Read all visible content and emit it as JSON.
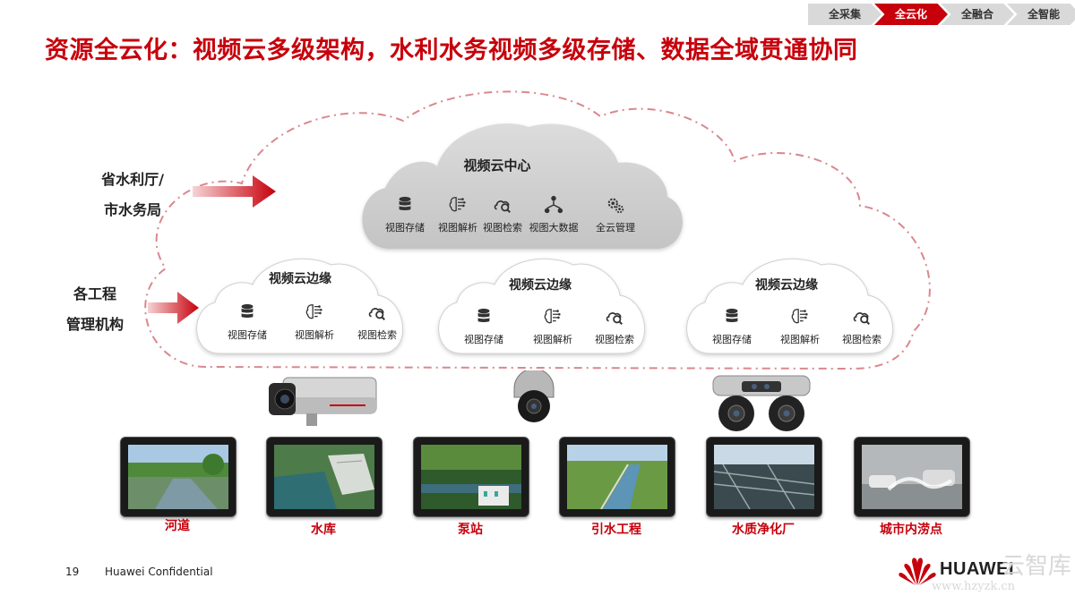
{
  "breadcrumb": [
    "全采集",
    "全云化",
    "全融合",
    "全智能"
  ],
  "breadcrumb_active_index": 1,
  "title": "资源全云化：视频云多级架构，水利水务视频多级存储、数据全域贯通协同",
  "side_labels": {
    "top": [
      "省水利厅/",
      "市水务局"
    ],
    "bottom": [
      "各工程",
      "管理机构"
    ]
  },
  "center_cloud": {
    "title": "视频云中心",
    "services": [
      {
        "label": "视图存储",
        "icon": "database-icon"
      },
      {
        "label": "视图解析",
        "icon": "ai-brain-icon"
      },
      {
        "label": "视图检索",
        "icon": "cloud-search-icon"
      },
      {
        "label": "视图大数据",
        "icon": "hierarchy-icon"
      },
      {
        "label": "全云管理",
        "icon": "gears-icon"
      }
    ]
  },
  "edge_clouds": [
    {
      "title": "视频云边缘",
      "services": [
        {
          "label": "视图存储",
          "icon": "database-icon"
        },
        {
          "label": "视图解析",
          "icon": "ai-brain-icon"
        },
        {
          "label": "视图检索",
          "icon": "cloud-search-icon"
        }
      ]
    },
    {
      "title": "视频云边缘",
      "services": [
        {
          "label": "视图存储",
          "icon": "database-icon"
        },
        {
          "label": "视图解析",
          "icon": "ai-brain-icon"
        },
        {
          "label": "视图检索",
          "icon": "cloud-search-icon"
        }
      ]
    },
    {
      "title": "视频云边缘",
      "services": [
        {
          "label": "视图存储",
          "icon": "database-icon"
        },
        {
          "label": "视图解析",
          "icon": "ai-brain-icon"
        },
        {
          "label": "视图检索",
          "icon": "cloud-search-icon"
        }
      ]
    }
  ],
  "sites": [
    "河道",
    "水库",
    "泵站",
    "引水工程",
    "水质净化厂",
    "城市内涝点"
  ],
  "footer": {
    "page": "19",
    "confidential": "Huawei Confidential",
    "brand": "HUAWEI"
  },
  "watermark": {
    "cn": "云智库",
    "url": "www.hzyzk.cn"
  },
  "colors": {
    "accent": "#c7000b",
    "cloud_grey": "#cfcfcf",
    "edge_cloud": "#ffffff",
    "dash": "#d9888e"
  }
}
